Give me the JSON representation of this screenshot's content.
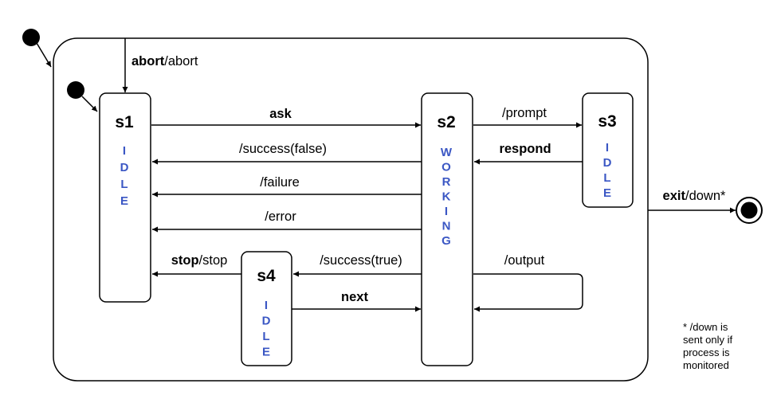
{
  "states": {
    "s1": {
      "name": "s1",
      "sub": "IDLE"
    },
    "s2": {
      "name": "s2",
      "sub": "WORKING"
    },
    "s3": {
      "name": "s3",
      "sub": "IDLE"
    },
    "s4": {
      "name": "s4",
      "sub": "IDLE"
    }
  },
  "transitions": {
    "abort": {
      "event": "abort",
      "action": "/abort"
    },
    "ask": {
      "event": "ask"
    },
    "success_false": {
      "action": "/success(false)"
    },
    "failure": {
      "action": "/failure"
    },
    "error": {
      "action": "/error"
    },
    "prompt": {
      "action": "/prompt"
    },
    "respond": {
      "event": "respond"
    },
    "stop": {
      "event": "stop",
      "action": "/stop"
    },
    "success_true": {
      "action": "/success(true)"
    },
    "next": {
      "event": "next"
    },
    "output": {
      "action": "/output"
    },
    "exit": {
      "event": "exit",
      "action": "/down*"
    }
  },
  "note": {
    "lines": [
      "*  /down is",
      "sent only if",
      "process is",
      "monitored"
    ]
  },
  "colors": {
    "state_sub": "#3b57c4",
    "line": "#000000"
  }
}
